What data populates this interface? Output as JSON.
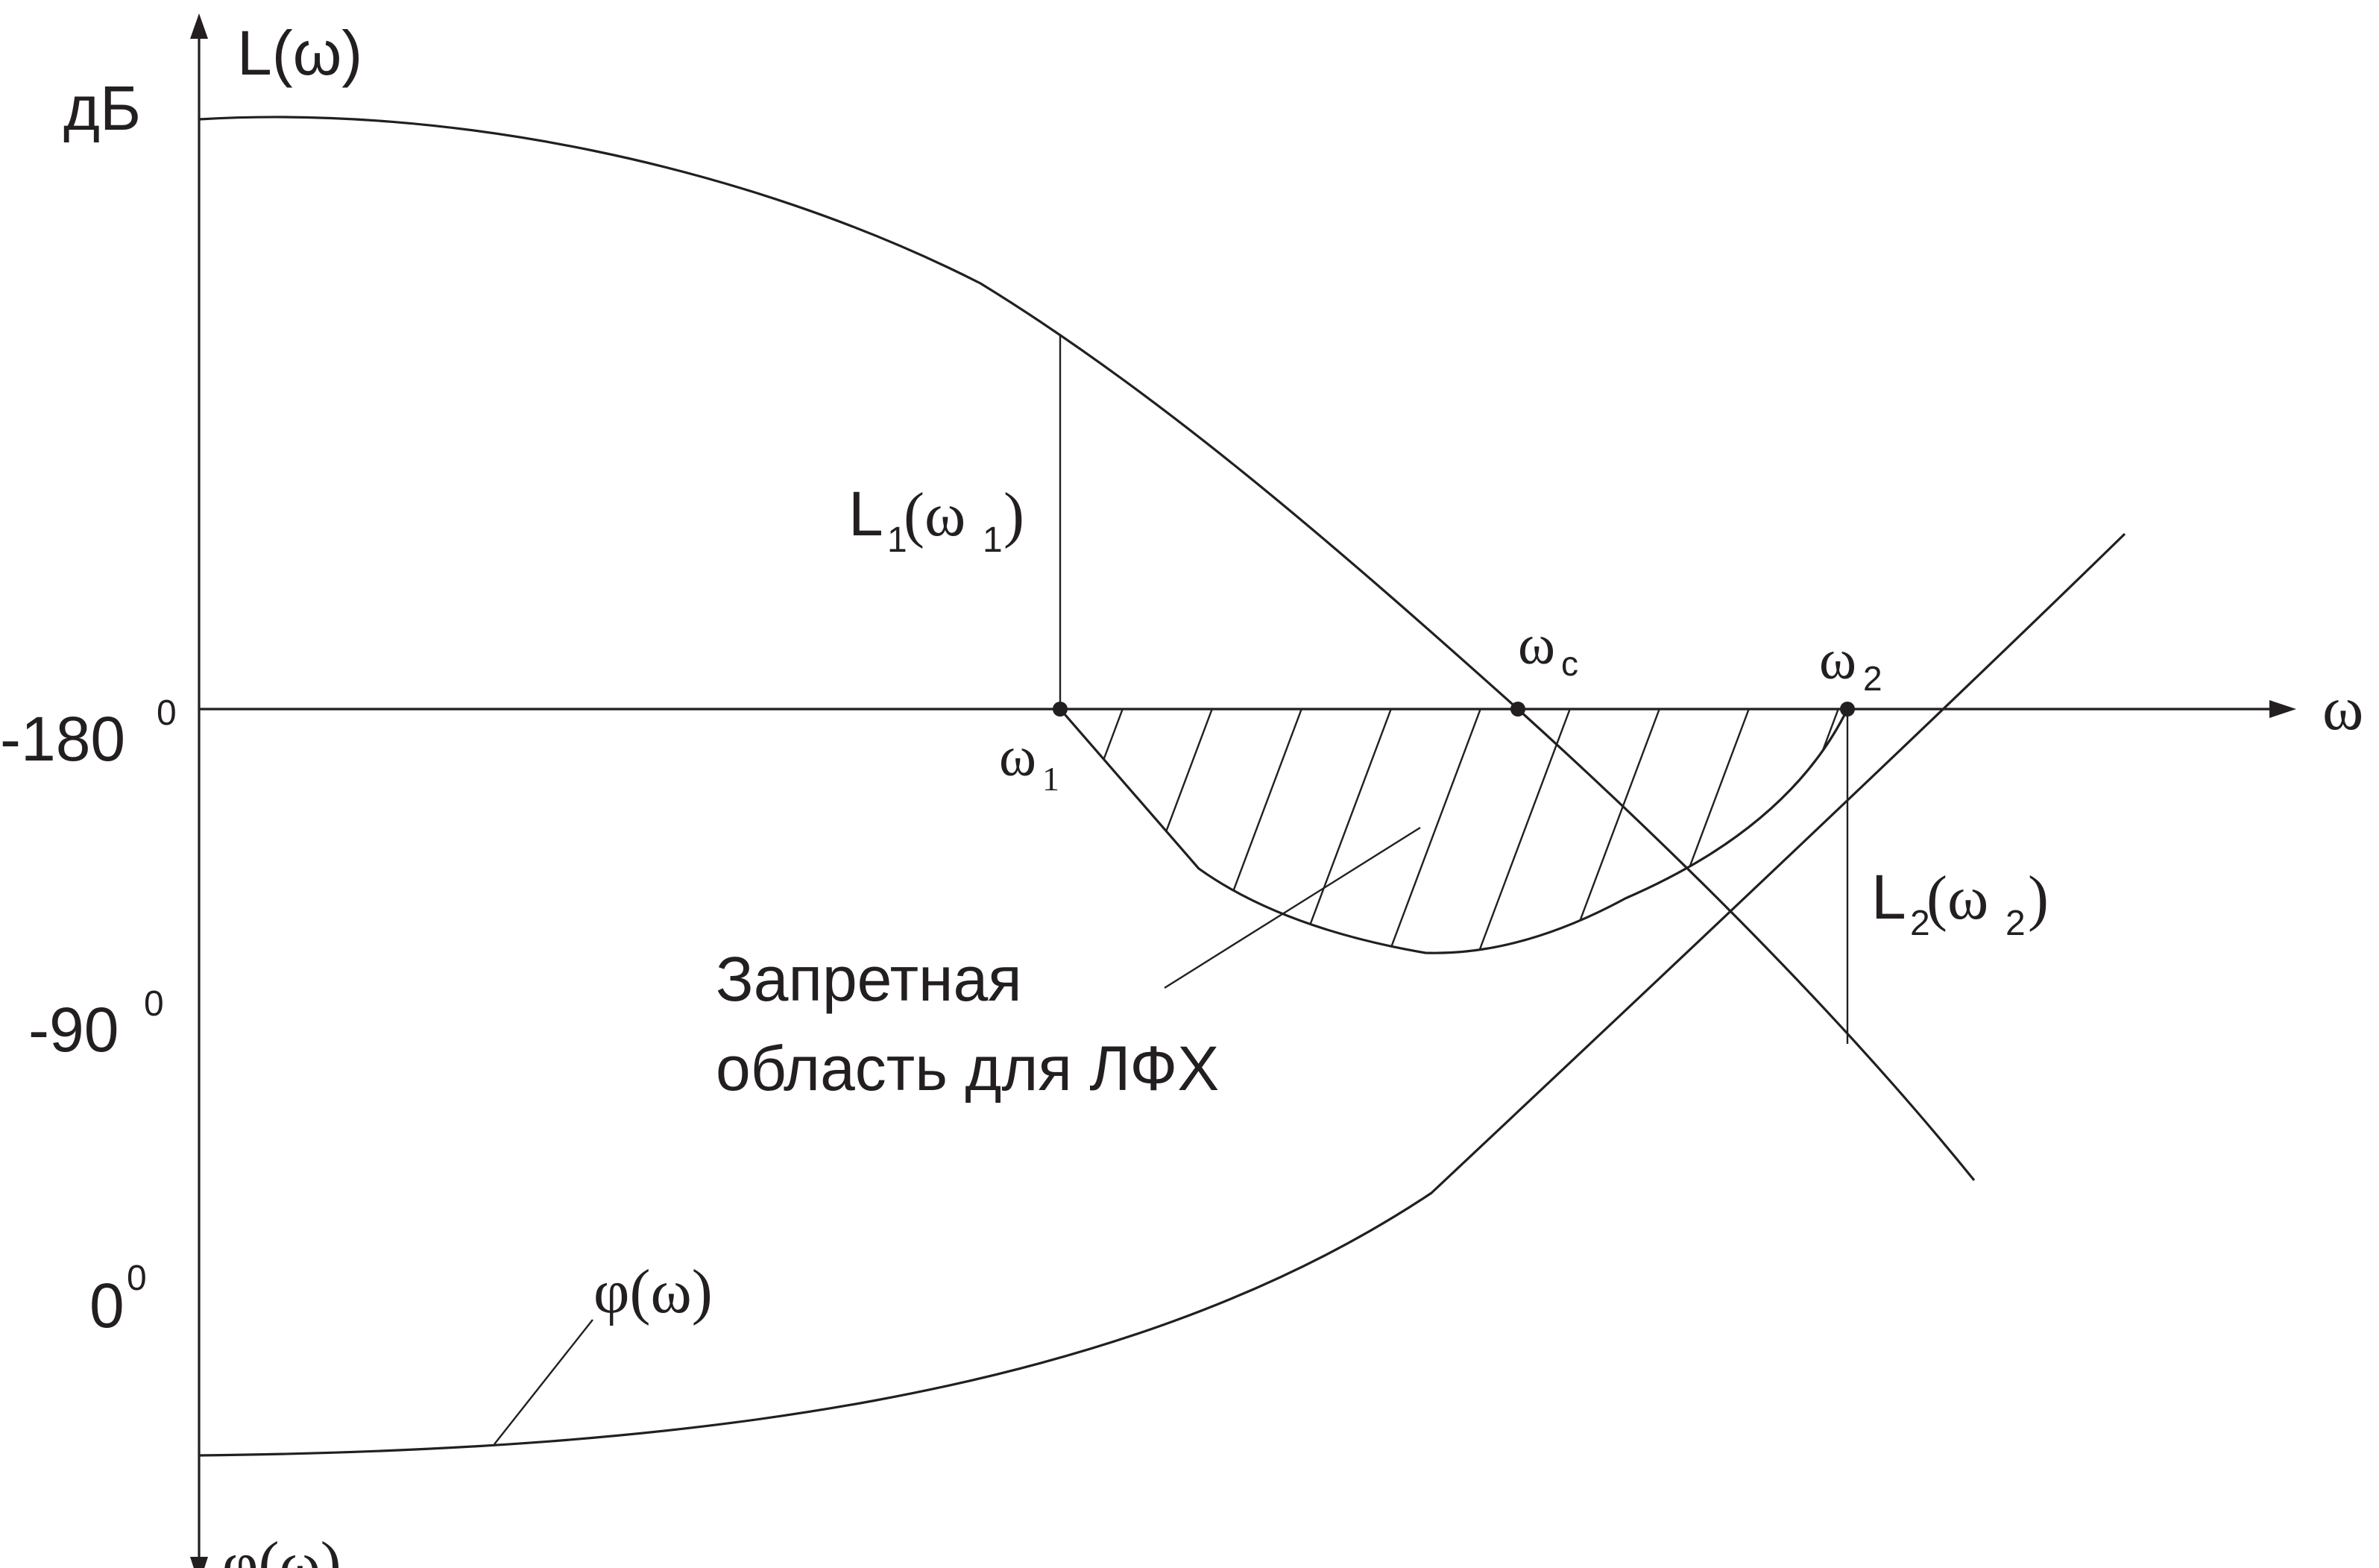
{
  "axes": {
    "y_label_top": "L(ω)",
    "y_unit": "дБ",
    "y_label_bottom": "φ(ω)",
    "x_label": "ω",
    "tick_180": "-180",
    "tick_90": "-90",
    "tick_0": "0",
    "degree_sup": "0"
  },
  "points": {
    "w1_base": "ω",
    "w1_sub": "1",
    "wc_base": "ω",
    "wc_sub": "c",
    "w2_base": "ω",
    "w2_sub": "2"
  },
  "labels": {
    "L1_L": "L",
    "L1_sub": "1",
    "L1_open": "(ω",
    "L1_sub2": "1",
    "L1_close": ")",
    "L2_L": "L",
    "L2_sub": "2",
    "L2_open": "(ω",
    "L2_sub2": "2",
    "L2_close": ")",
    "phi_curve": "φ(ω)",
    "forbidden_line1": "Запретная",
    "forbidden_line2": "область для ЛФХ"
  },
  "colors": {
    "ink": "#231f20",
    "background": "#ffffff"
  }
}
